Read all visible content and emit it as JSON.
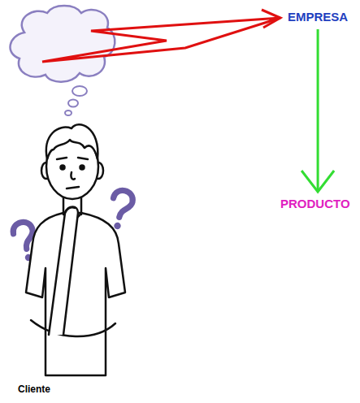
{
  "diagram": {
    "nodes": [
      {
        "text": [
          "EMPRESA"
        ]
      },
      {
        "text": [
          "PRODUCTO"
        ]
      }
    ],
    "edges": [
      {
        "from": 0,
        "to": 1,
        "arrow": "to"
      }
    ],
    "labels": [
      "Cliente"
    ]
  }
}
